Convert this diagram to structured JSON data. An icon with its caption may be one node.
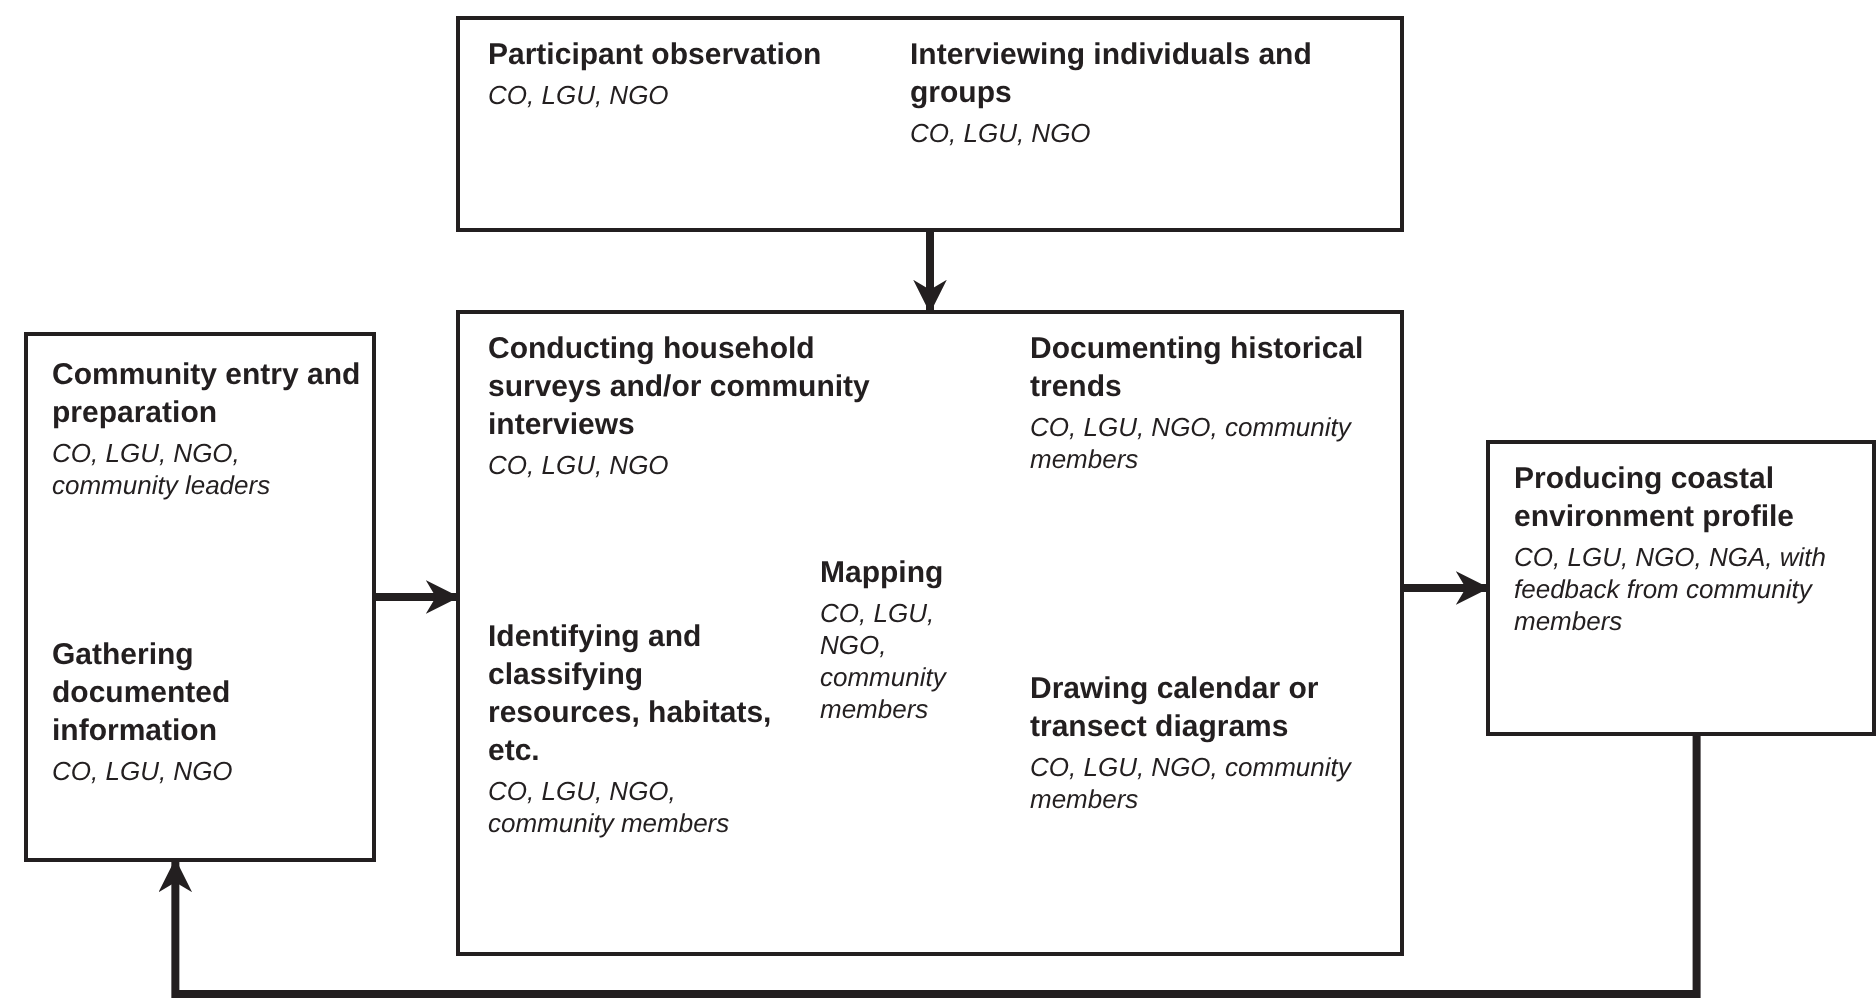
{
  "diagram": {
    "nodes": [
      {
        "text": [
          "Participant observation",
          "CO, LGU, NGO",
          "Interviewing individuals and groups",
          "CO, LGU, NGO"
        ]
      },
      {
        "text": [
          "Community entry and preparation",
          "CO, LGU, NGO, community leaders",
          "Gathering documented information",
          "CO, LGU, NGO"
        ]
      },
      {
        "text": [
          "Conducting household surveys and/or community interviews",
          "CO, LGU, NGO",
          "Documenting historical trends",
          "CO, LGU, NGO, community members",
          "Mapping",
          "CO, LGU, NGO, community members",
          "Identifying and classifying resources, habitats, etc.",
          "CO, LGU, NGO, community members",
          "Drawing calendar or transect diagrams",
          "CO, LGU, NGO, community members"
        ]
      },
      {
        "text": [
          "Producing coastal environment profile",
          "CO, LGU, NGO, NGA, with feedback from community members"
        ]
      }
    ],
    "edges": [
      {
        "from": 0,
        "to": 2,
        "arrow": "to"
      },
      {
        "from": 1,
        "to": 2,
        "arrow": "to"
      },
      {
        "from": 2,
        "to": 3,
        "arrow": "to"
      },
      {
        "from": 3,
        "to": 1,
        "arrow": "to"
      }
    ]
  }
}
